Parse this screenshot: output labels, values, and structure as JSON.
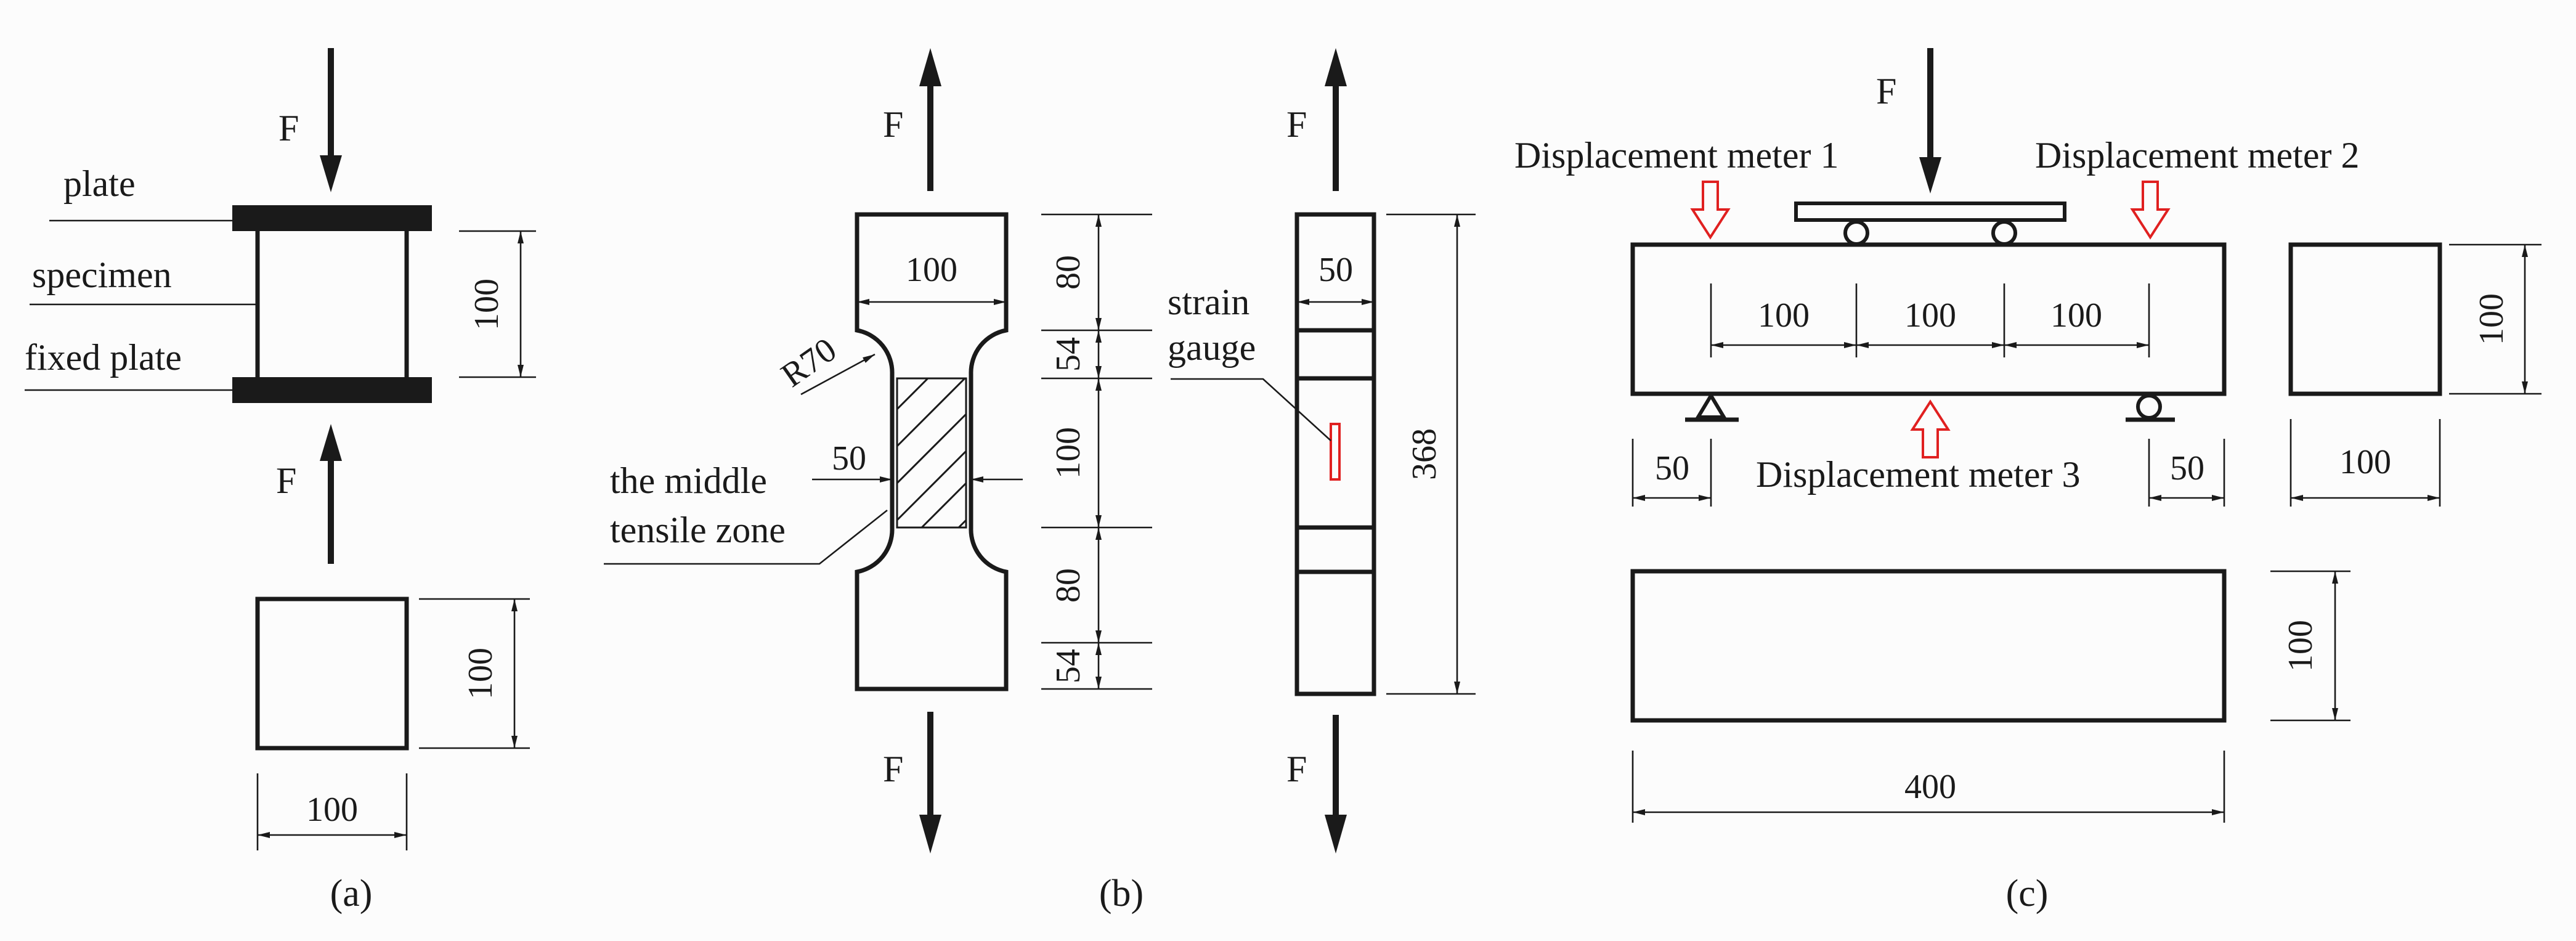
{
  "colors": {
    "ink": "#1a1a1a",
    "meter_arrow": "#e02020",
    "strain_gauge": "#e02020",
    "background": "#fcfcfc"
  },
  "panel_a": {
    "caption": "(a)",
    "force_top": "F",
    "force_bottom": "F",
    "label_plate": "plate",
    "label_specimen": "specimen",
    "label_fixed_plate": "fixed plate",
    "dim_height": "100",
    "dim_section_height": "100",
    "dim_section_width": "100"
  },
  "panel_b": {
    "caption": "(b)",
    "force_top_left": "F",
    "force_bottom_left": "F",
    "force_top_right": "F",
    "force_bottom_right": "F",
    "dim_width": "100",
    "dim_radius": "R70",
    "dim_neck": "50",
    "label_zone_line1": "the middle",
    "label_zone_line2": "tensile zone",
    "dim_seg_80_top": "80",
    "dim_seg_54_top": "54",
    "dim_seg_100": "100",
    "dim_seg_80_bottom": "80",
    "dim_seg_54_bottom": "54",
    "dim_side_width": "50",
    "label_gauge_line1": "strain",
    "label_gauge_line2": "gauge",
    "dim_total_length": "368"
  },
  "panel_c": {
    "caption": "(c)",
    "force": "F",
    "meter_1": "Displacement meter 1",
    "meter_2": "Displacement meter 2",
    "meter_3": "Displacement meter 3",
    "dim_span_1": "100",
    "dim_span_2": "100",
    "dim_span_3": "100",
    "dim_overhang_left": "50",
    "dim_overhang_right": "50",
    "dim_beam_depth_section": "100",
    "dim_section_width": "100",
    "dim_beam_depth_side": "100",
    "dim_beam_length": "400"
  }
}
